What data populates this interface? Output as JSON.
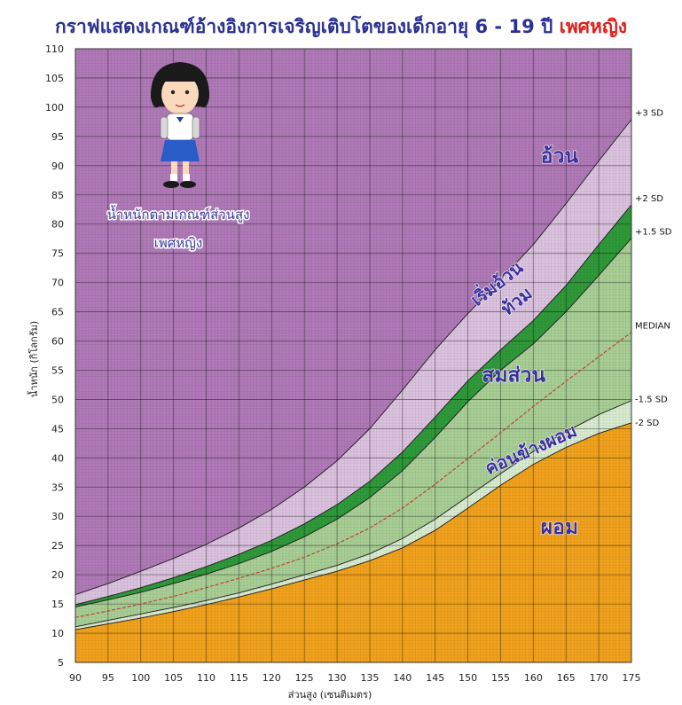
{
  "header": {
    "title_main": "กราฟแสดงเกณฑ์อ้างอิงการเจริญเติบโตของเด็กอายุ 6 - 19 ปี",
    "title_gender": "เพศหญิง"
  },
  "inset": {
    "line1": "น้ำหนักตามเกณฑ์ส่วนสูง",
    "line2": "เพศหญิง"
  },
  "colors": {
    "obese": "#b07ab8",
    "overweight": "#dcc3e0",
    "plump": "#2f9a3a",
    "normal": "#a9cf96",
    "thinish": "#d9ecd0",
    "thin": "#f2a31d",
    "median": "#c0392b",
    "title": "#2b3192",
    "gender": "#e0201c"
  },
  "chart_data": {
    "type": "line",
    "title": "กราฟแสดงเกณฑ์อ้างอิงการเจริญเติบโตของเด็กอายุ 6 - 19 ปี เพศหญิง",
    "xlabel": "ส่วนสูง (เซนติเมตร)",
    "ylabel": "น้ำหนัก (กิโลกรัม)",
    "xlim": [
      90,
      175
    ],
    "ylim": [
      5,
      110
    ],
    "x_ticks": [
      90,
      95,
      100,
      105,
      110,
      115,
      120,
      125,
      130,
      135,
      140,
      145,
      150,
      155,
      160,
      165,
      170,
      175
    ],
    "y_ticks": [
      5,
      10,
      15,
      20,
      25,
      30,
      35,
      40,
      45,
      50,
      55,
      60,
      65,
      70,
      75,
      80,
      85,
      90,
      95,
      100,
      105,
      110
    ],
    "grid": true,
    "x": [
      90,
      95,
      100,
      105,
      110,
      115,
      120,
      125,
      130,
      135,
      140,
      145,
      150,
      155,
      160,
      165,
      170,
      175
    ],
    "series": [
      {
        "name": "+3 SD",
        "values": [
          16.6,
          18.5,
          20.6,
          22.8,
          25.2,
          28.0,
          31.2,
          35.0,
          39.5,
          45.0,
          51.6,
          58.5,
          64.7,
          70.5,
          76.5,
          83.5,
          90.8,
          97.9
        ]
      },
      {
        "name": "+2 SD",
        "values": [
          14.9,
          16.3,
          17.8,
          19.5,
          21.4,
          23.5,
          25.9,
          28.7,
          32.0,
          36.0,
          41.0,
          47.0,
          53.2,
          58.5,
          63.5,
          69.5,
          76.5,
          83.3
        ]
      },
      {
        "name": "+1.5 SD",
        "values": [
          14.5,
          15.7,
          17.0,
          18.5,
          20.1,
          21.9,
          24.0,
          26.5,
          29.5,
          33.2,
          37.8,
          43.5,
          49.6,
          55.0,
          59.5,
          65.0,
          71.2,
          77.6
        ]
      },
      {
        "name": "MEDIAN",
        "values": [
          12.7,
          13.8,
          15.0,
          16.3,
          17.8,
          19.4,
          21.1,
          23.0,
          25.3,
          28.0,
          31.4,
          35.5,
          39.9,
          44.3,
          48.8,
          53.1,
          57.3,
          61.5
        ]
      },
      {
        "name": "-1.5 SD",
        "values": [
          11.1,
          12.2,
          13.3,
          14.4,
          15.6,
          16.9,
          18.4,
          20.0,
          21.6,
          23.6,
          26.2,
          29.5,
          33.4,
          37.3,
          41.1,
          44.5,
          47.4,
          49.8
        ]
      },
      {
        "name": "-2 SD",
        "values": [
          10.6,
          11.6,
          12.6,
          13.7,
          14.9,
          16.2,
          17.6,
          19.1,
          20.6,
          22.4,
          24.6,
          27.6,
          31.4,
          35.3,
          38.9,
          41.8,
          44.2,
          46.0
        ]
      }
    ],
    "zones": [
      {
        "label": "อ้วน",
        "x": 164,
        "y": 90.5
      },
      {
        "label": "เริ่มอ้วน",
        "x": 155,
        "y": 69,
        "rotate": -38
      },
      {
        "label": "ท้วม",
        "x": 158,
        "y": 66,
        "rotate": -38
      },
      {
        "label": "สมส่วน",
        "x": 157,
        "y": 53
      },
      {
        "label": "ค่อนข้างผอม",
        "x": 160,
        "y": 40.5,
        "rotate": -24
      },
      {
        "label": "ผอม",
        "x": 164,
        "y": 27
      }
    ]
  }
}
